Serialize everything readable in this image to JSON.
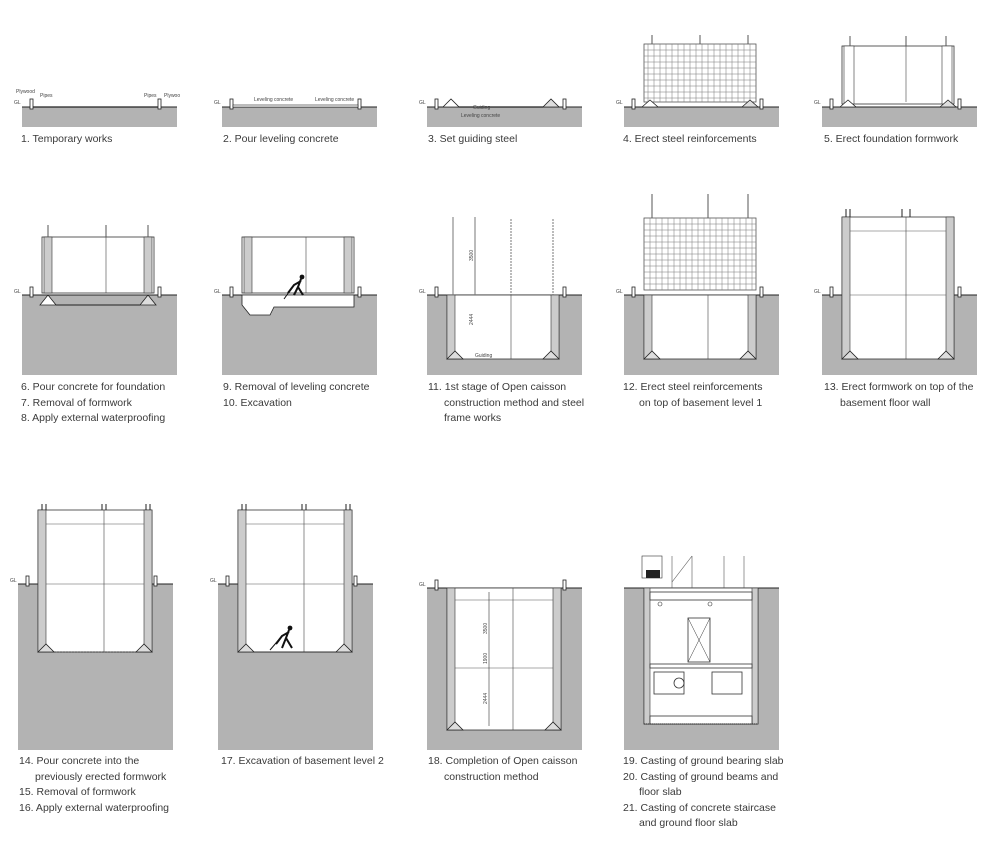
{
  "captions": {
    "p1": [
      "1. Temporary works"
    ],
    "p2": [
      "2. Pour leveling concrete"
    ],
    "p3": [
      "3. Set guiding steel"
    ],
    "p4": [
      "4. Erect steel reinforcements"
    ],
    "p5": [
      "5. Erect foundation formwork"
    ],
    "p6": [
      "6. Pour concrete for foundation",
      "7. Removal of formwork",
      "8. Apply external  waterproofing"
    ],
    "p9": [
      "9. Removal of leveling concrete",
      "10. Excavation"
    ],
    "p11": [
      "11. 1st stage of Open caisson",
      "construction method and steel",
      "frame works"
    ],
    "p12": [
      "12. Erect steel reinforcements",
      "on top of basement level 1"
    ],
    "p13": [
      "13. Erect formwork on top of the",
      "basement floor wall"
    ],
    "p14": [
      "14. Pour concrete into the",
      "previously erected formwork",
      "15. Removal of formwork",
      "16. Apply external  waterproofing"
    ],
    "p17": [
      "17. Excavation of basement level 2"
    ],
    "p18": [
      "18. Completion of Open caisson",
      "construction method"
    ],
    "p19": [
      "19. Casting of ground bearing slab",
      "20.  Casting of ground beams and",
      "floor slab",
      "21. Casting of concrete staircase",
      "and ground floor slab"
    ]
  },
  "labels": {
    "gl": "GL",
    "plywood": "Plywood",
    "pipes": "Pipes",
    "leveling_concrete": "Leveling concrete",
    "guiding": "Guiding",
    "dim_3500": "3500",
    "dim_2444": "2444",
    "dim_1900": "1900"
  },
  "colors": {
    "soil": "#b3b3b3",
    "ink": "#2b2b2b",
    "rebar": "#6d6d6d"
  }
}
